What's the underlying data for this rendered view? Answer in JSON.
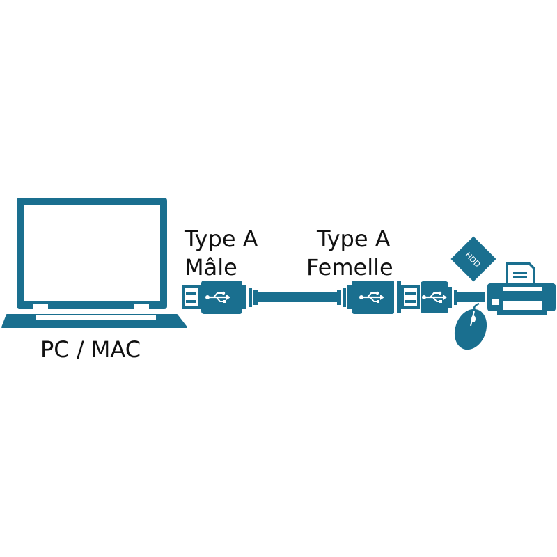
{
  "colors": {
    "primary": "#1a6f8f",
    "light": "#ffffff",
    "text": "#111111"
  },
  "labels": {
    "computer": "PC / MAC",
    "male_line1": "Type A",
    "male_line2": "Mâle",
    "female_line1": "Type A",
    "female_line2": "Femelle",
    "hdd": "HDD"
  },
  "icons": [
    "laptop-icon",
    "usb-symbol-icon",
    "hdd-icon",
    "printer-icon",
    "mouse-icon"
  ]
}
